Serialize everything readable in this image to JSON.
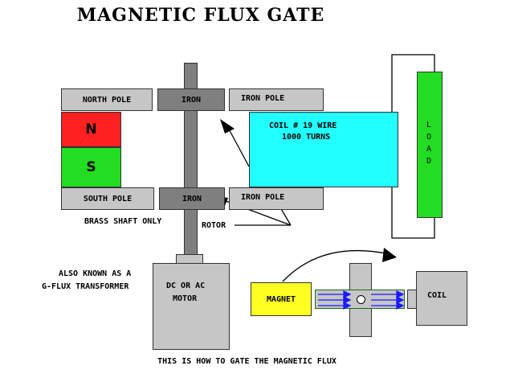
{
  "title": "MAGNETIC FLUX GATE",
  "labels": {
    "north_pole": "NORTH POLE",
    "south_pole": "SOUTH POLE",
    "n": "N",
    "s": "S",
    "iron_top": "IRON",
    "iron_bottom": "IRON",
    "iron_pole_top": "IRON POLE",
    "iron_pole_bottom": "IRON POLE",
    "coil_line1": "COIL # 19 WIRE",
    "coil_line2": "1000 TURNS",
    "load": [
      "L",
      "O",
      "A",
      "D"
    ],
    "brass_shaft": "BRASS SHAFT ONLY",
    "rotor": "ROTOR",
    "also_known_line1": "ALSO KNOWN AS A",
    "also_known_line2": "G-FLUX TRANSFORMER",
    "motor_line1": "DC OR AC",
    "motor_line2": "MOTOR",
    "magnet": "MAGNET",
    "coil_small": "COIL",
    "caption": "THIS IS HOW TO GATE THE MAGNETIC FLUX"
  },
  "colors": {
    "north": "#ff2020",
    "south": "#22dd22",
    "coil": "#22ffff",
    "load": "#22dd22",
    "magnet": "#ffff22",
    "rotor": "#7f7f7f",
    "pole": "#c6c6c6",
    "flux_arrow": "#1a1aff"
  }
}
